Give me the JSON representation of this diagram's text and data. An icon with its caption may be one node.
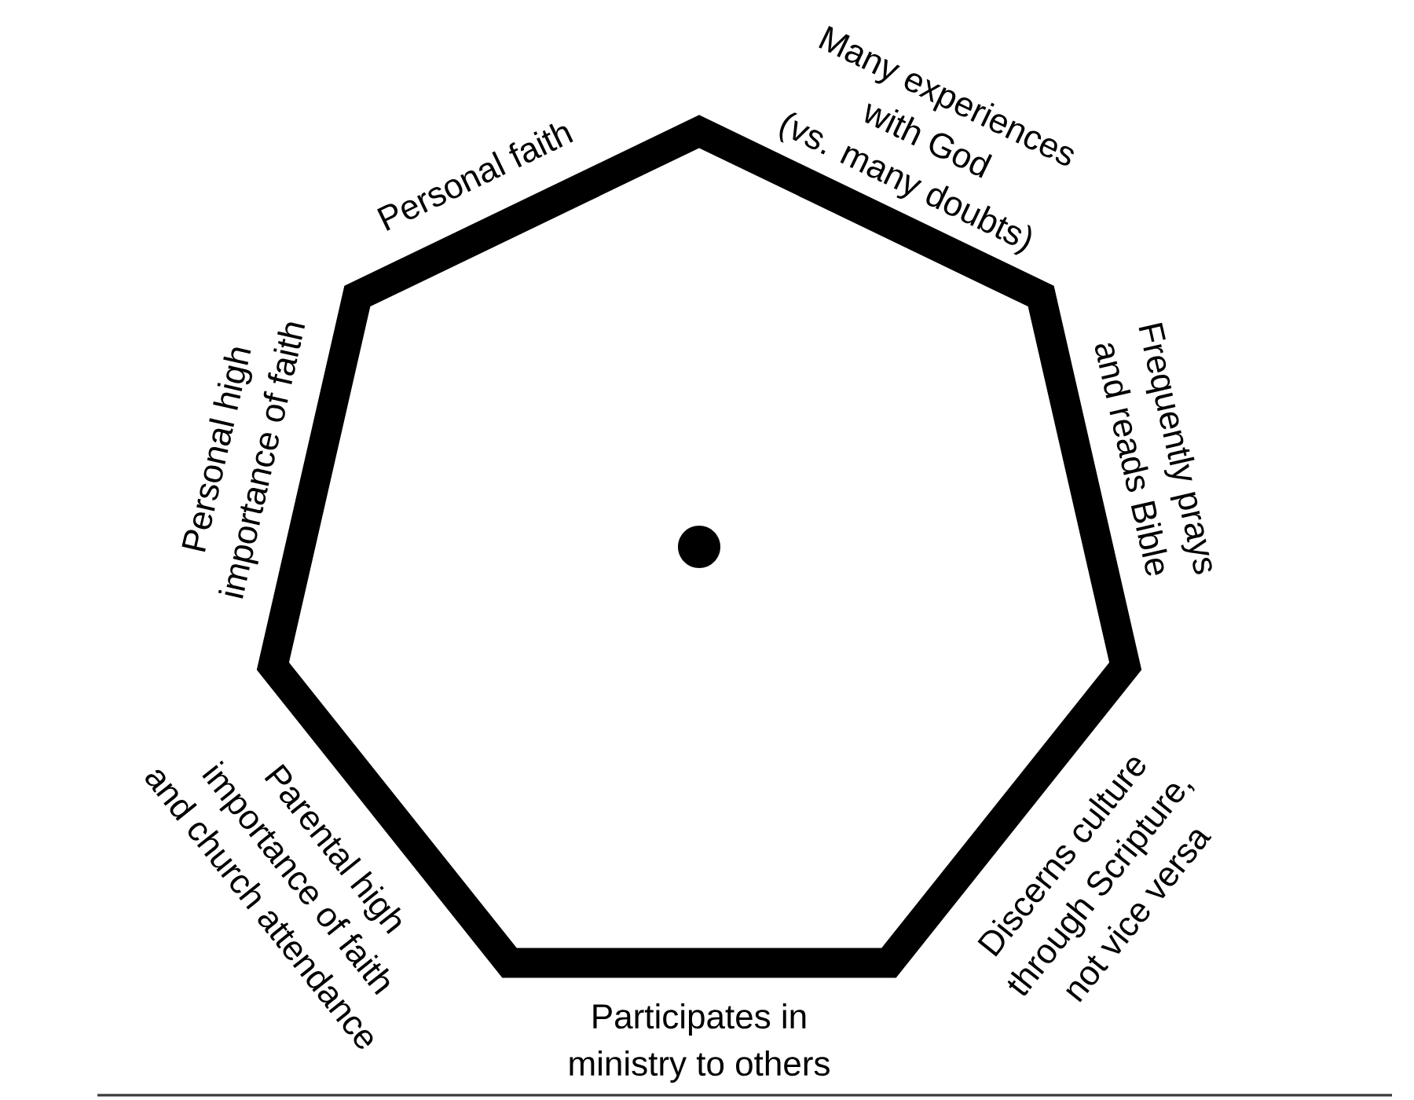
{
  "diagram": {
    "nodes": [
      {
        "text": [],
        "shape": "heptagon",
        "beside": [
          "Personal faith",
          "Many experiences with God (vs. many doubts)",
          "Frequently prays and reads Bible",
          "Discerns culture through Scripture, not vice versa",
          "Participates in ministry to others",
          "Parental high importance of faith and church attendance",
          "Personal high importance of faith"
        ]
      },
      {
        "text": [],
        "shape": "circle",
        "in": 0
      }
    ]
  }
}
